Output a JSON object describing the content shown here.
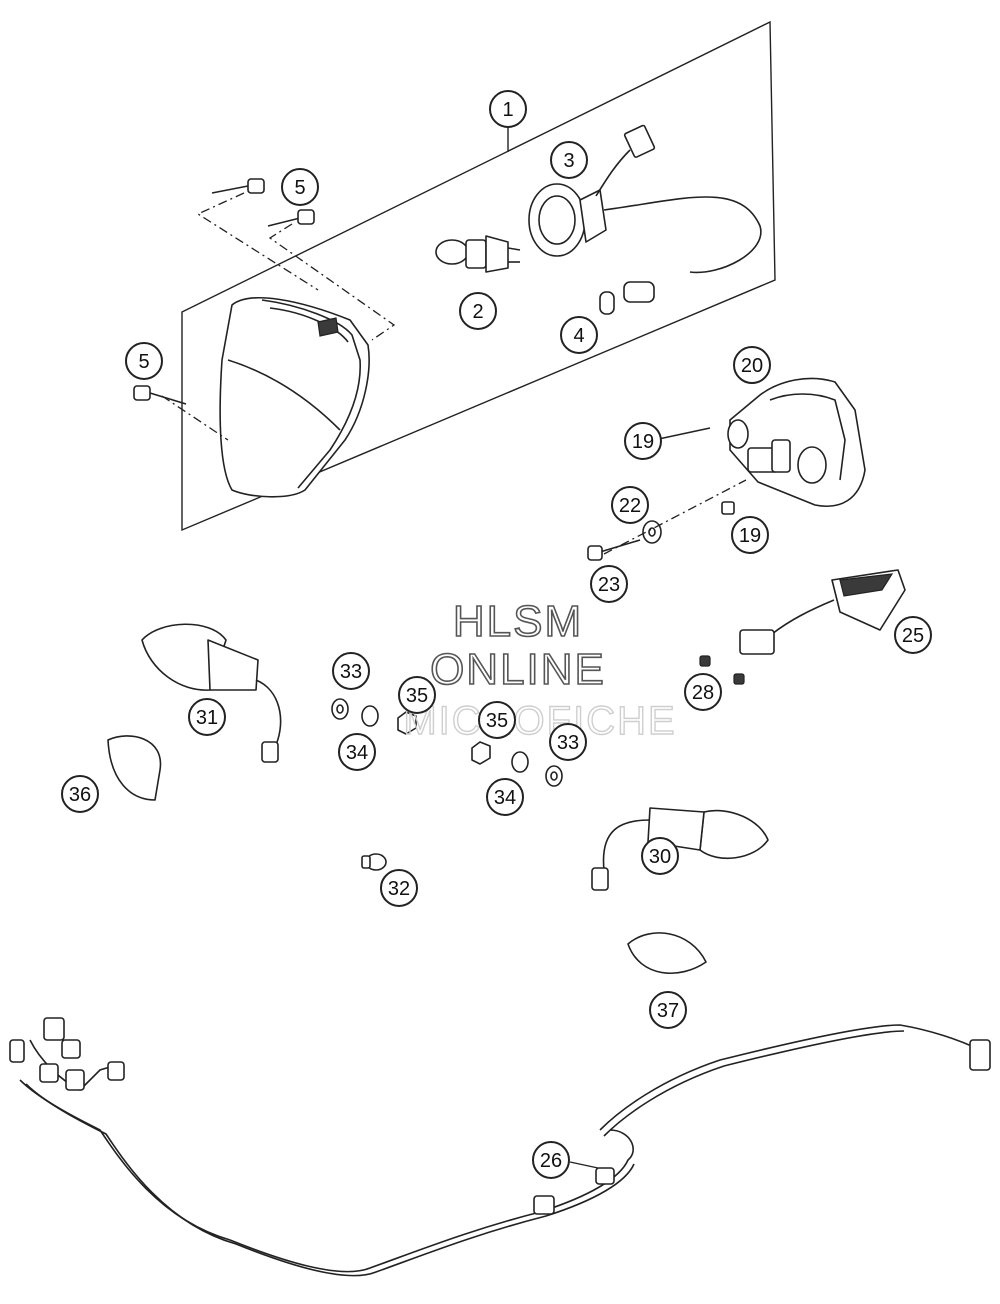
{
  "watermark": {
    "line1": "HLSM",
    "line2": "ONLINE",
    "line3": "MICROFICHE"
  },
  "callouts": [
    {
      "id": "c1",
      "label": "1"
    },
    {
      "id": "c2",
      "label": "2"
    },
    {
      "id": "c3",
      "label": "3"
    },
    {
      "id": "c4",
      "label": "4"
    },
    {
      "id": "c5a",
      "label": "5"
    },
    {
      "id": "c5b",
      "label": "5"
    },
    {
      "id": "c19a",
      "label": "19"
    },
    {
      "id": "c19b",
      "label": "19"
    },
    {
      "id": "c20",
      "label": "20"
    },
    {
      "id": "c22",
      "label": "22"
    },
    {
      "id": "c23",
      "label": "23"
    },
    {
      "id": "c25",
      "label": "25"
    },
    {
      "id": "c26",
      "label": "26"
    },
    {
      "id": "c28",
      "label": "28"
    },
    {
      "id": "c30",
      "label": "30"
    },
    {
      "id": "c31",
      "label": "31"
    },
    {
      "id": "c32",
      "label": "32"
    },
    {
      "id": "c33a",
      "label": "33"
    },
    {
      "id": "c33b",
      "label": "33"
    },
    {
      "id": "c34a",
      "label": "34"
    },
    {
      "id": "c34b",
      "label": "34"
    },
    {
      "id": "c35a",
      "label": "35"
    },
    {
      "id": "c35b",
      "label": "35"
    },
    {
      "id": "c36",
      "label": "36"
    },
    {
      "id": "c37",
      "label": "37"
    }
  ]
}
